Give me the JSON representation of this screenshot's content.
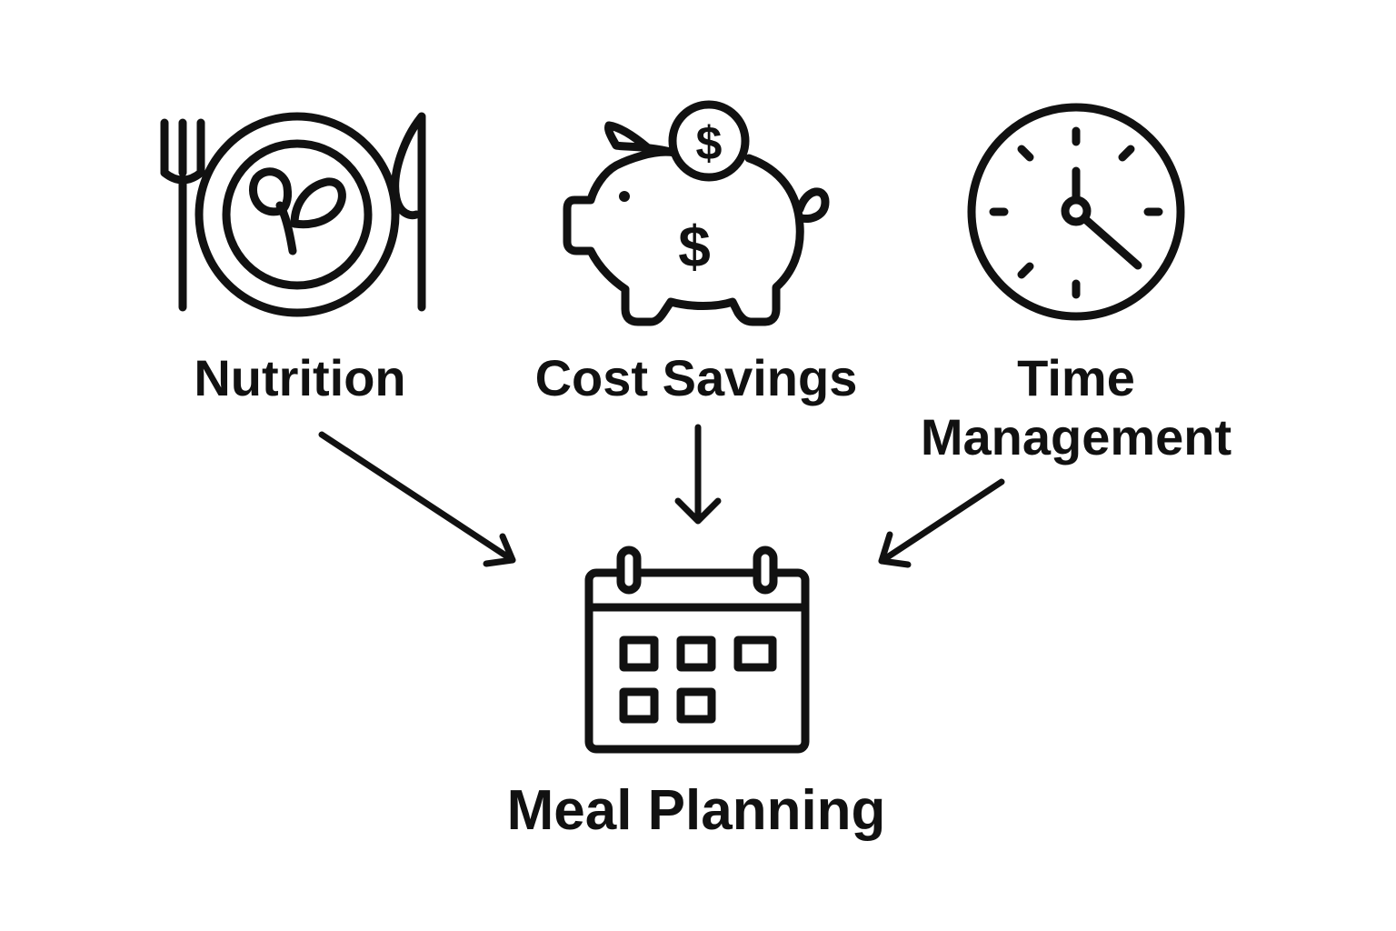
{
  "nodes": {
    "nutrition": {
      "label": "Nutrition",
      "icon": "plate-fork-knife-icon"
    },
    "cost_savings": {
      "label": "Cost Savings",
      "icon": "piggy-bank-icon"
    },
    "time_management": {
      "label_line1": "Time",
      "label_line2": "Management",
      "icon": "clock-icon"
    },
    "meal_planning": {
      "label": "Meal Planning",
      "icon": "calendar-icon"
    }
  },
  "colors": {
    "stroke": "#111111",
    "background": "#ffffff"
  }
}
